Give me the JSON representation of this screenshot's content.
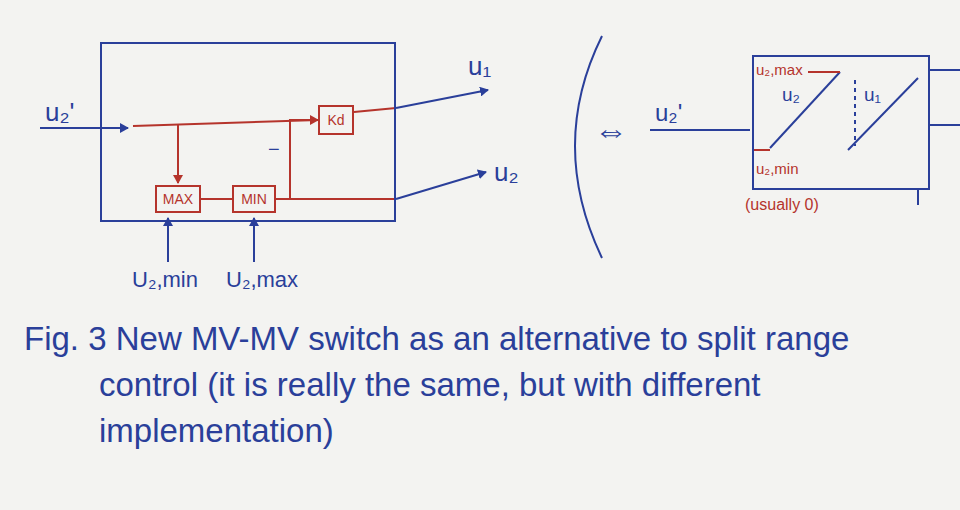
{
  "diagram": {
    "caption": "Fig. 3 New MV-MV switch as an alternative to split range control (it is really the same, but with different implementation)",
    "nodes": [
      {
        "text": []
      },
      {
        "text": [
          "Kd"
        ],
        "in": 0
      },
      {
        "text": [
          "MAX"
        ],
        "in": 0
      },
      {
        "text": [
          "MIN"
        ],
        "in": 0
      },
      {
        "text": [
          "u₂,max",
          "u₂",
          "u₁",
          "u₂,min"
        ]
      }
    ],
    "edges": [
      {
        "from": 2,
        "to": 3,
        "arrow": "none"
      },
      {
        "from": 3,
        "to": 1,
        "arrow": "to"
      }
    ],
    "labels": [
      "u₂'",
      "u₁",
      "u₂",
      "U₂,min",
      "U₂,max",
      "−",
      "⇔",
      "u₂'",
      "(usually 0)"
    ]
  }
}
